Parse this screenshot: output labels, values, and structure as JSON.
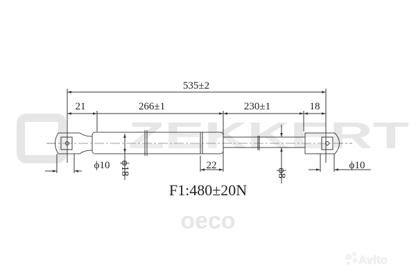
{
  "watermark": {
    "brand": "ZEKKERT",
    "secondary": "oeco"
  },
  "dimensions": {
    "overall": "535±2",
    "left_eye": "21",
    "cylinder": "266±1",
    "rod": "230±1",
    "right_eye": "18",
    "left_bore": "ϕ10",
    "cylinder_diameter": "ϕ18",
    "cylinder_end": "22",
    "rod_diameter": "ϕ8",
    "right_bore": "ϕ10"
  },
  "force_label": "F1:480±20N",
  "logo": {
    "text": "Avito"
  }
}
